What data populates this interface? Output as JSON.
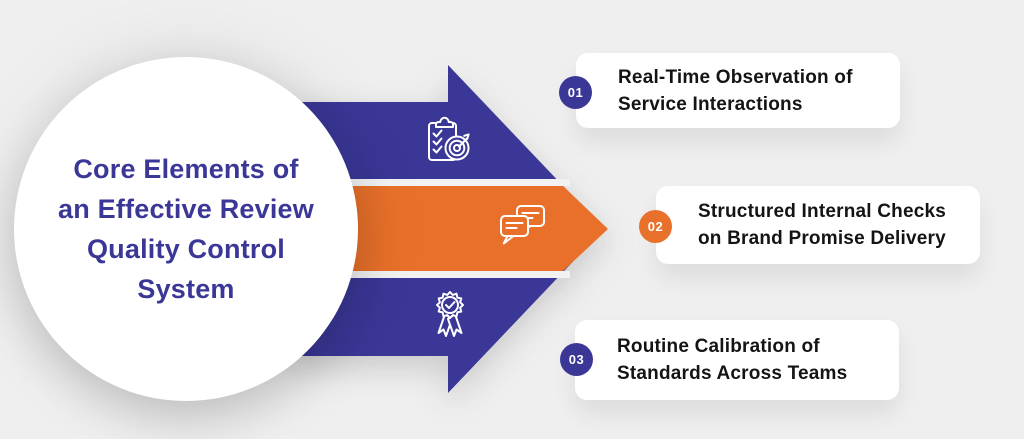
{
  "colors": {
    "background": "#efefef",
    "indigo": "#3a3797",
    "orange": "#e8702a",
    "stripe": "#f2f2f2",
    "card_bg": "#ffffff",
    "card_text": "#141414",
    "icon_stroke": "#ffffff"
  },
  "title": {
    "lines": [
      "Core Elements of",
      "an Effective Review",
      "Quality Control",
      "System"
    ]
  },
  "items": [
    {
      "number": "01",
      "badge_color": "#3a3797",
      "icon": "clipboard-checklist-target-icon",
      "lines": [
        "Real-Time Observation of",
        "Service Interactions"
      ]
    },
    {
      "number": "02",
      "badge_color": "#e8702a",
      "icon": "chat-bubbles-icon",
      "lines": [
        "Structured Internal Checks",
        "on Brand Promise Delivery"
      ]
    },
    {
      "number": "03",
      "badge_color": "#3a3797",
      "icon": "award-ribbon-icon",
      "lines": [
        "Routine Calibration of",
        "Standards Across Teams"
      ]
    }
  ]
}
